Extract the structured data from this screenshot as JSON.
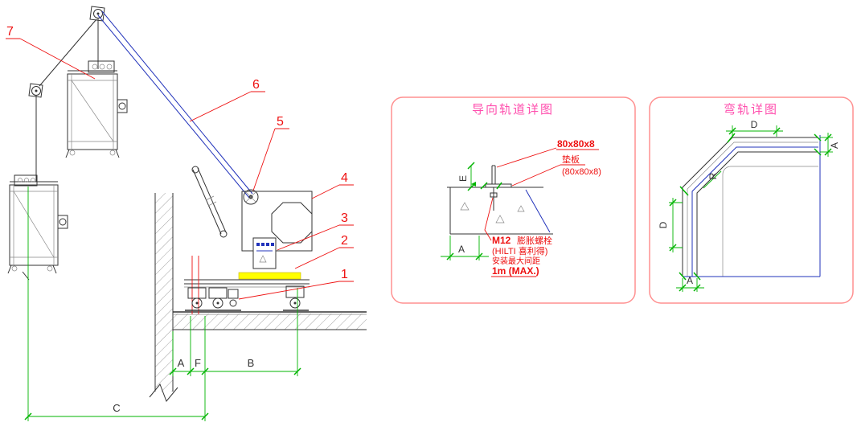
{
  "main": {
    "callouts": [
      "1",
      "2",
      "3",
      "4",
      "5",
      "6",
      "7"
    ],
    "dims": {
      "a": "A",
      "f": "F",
      "b": "B",
      "c": "C"
    }
  },
  "guide_detail": {
    "title": "导向轨道详图",
    "labels": {
      "angle_size": "80x80x8",
      "pad": "垫板",
      "pad_size": "(80x80x8)",
      "bolt_code": "M12",
      "bolt_name": "膨胀螺栓",
      "bolt_brand": "(HILTI 喜利得)",
      "note": "安装最大间距",
      "spacing": "1m (MAX.)"
    },
    "dims": {
      "e": "E",
      "a": "A"
    }
  },
  "bend_detail": {
    "title": "弯轨详图",
    "dims": {
      "d_top": "D",
      "a_right": "A",
      "d_left": "D",
      "a_bottom": "A",
      "radius": "R"
    }
  },
  "colors": {
    "callout_red": "#ee1111",
    "title_pink": "#ff4fae",
    "box_border": "#ff9090",
    "dim_green": "#00b400",
    "line_blue": "#2233bb",
    "highlight_yellow": "#ffff00"
  }
}
